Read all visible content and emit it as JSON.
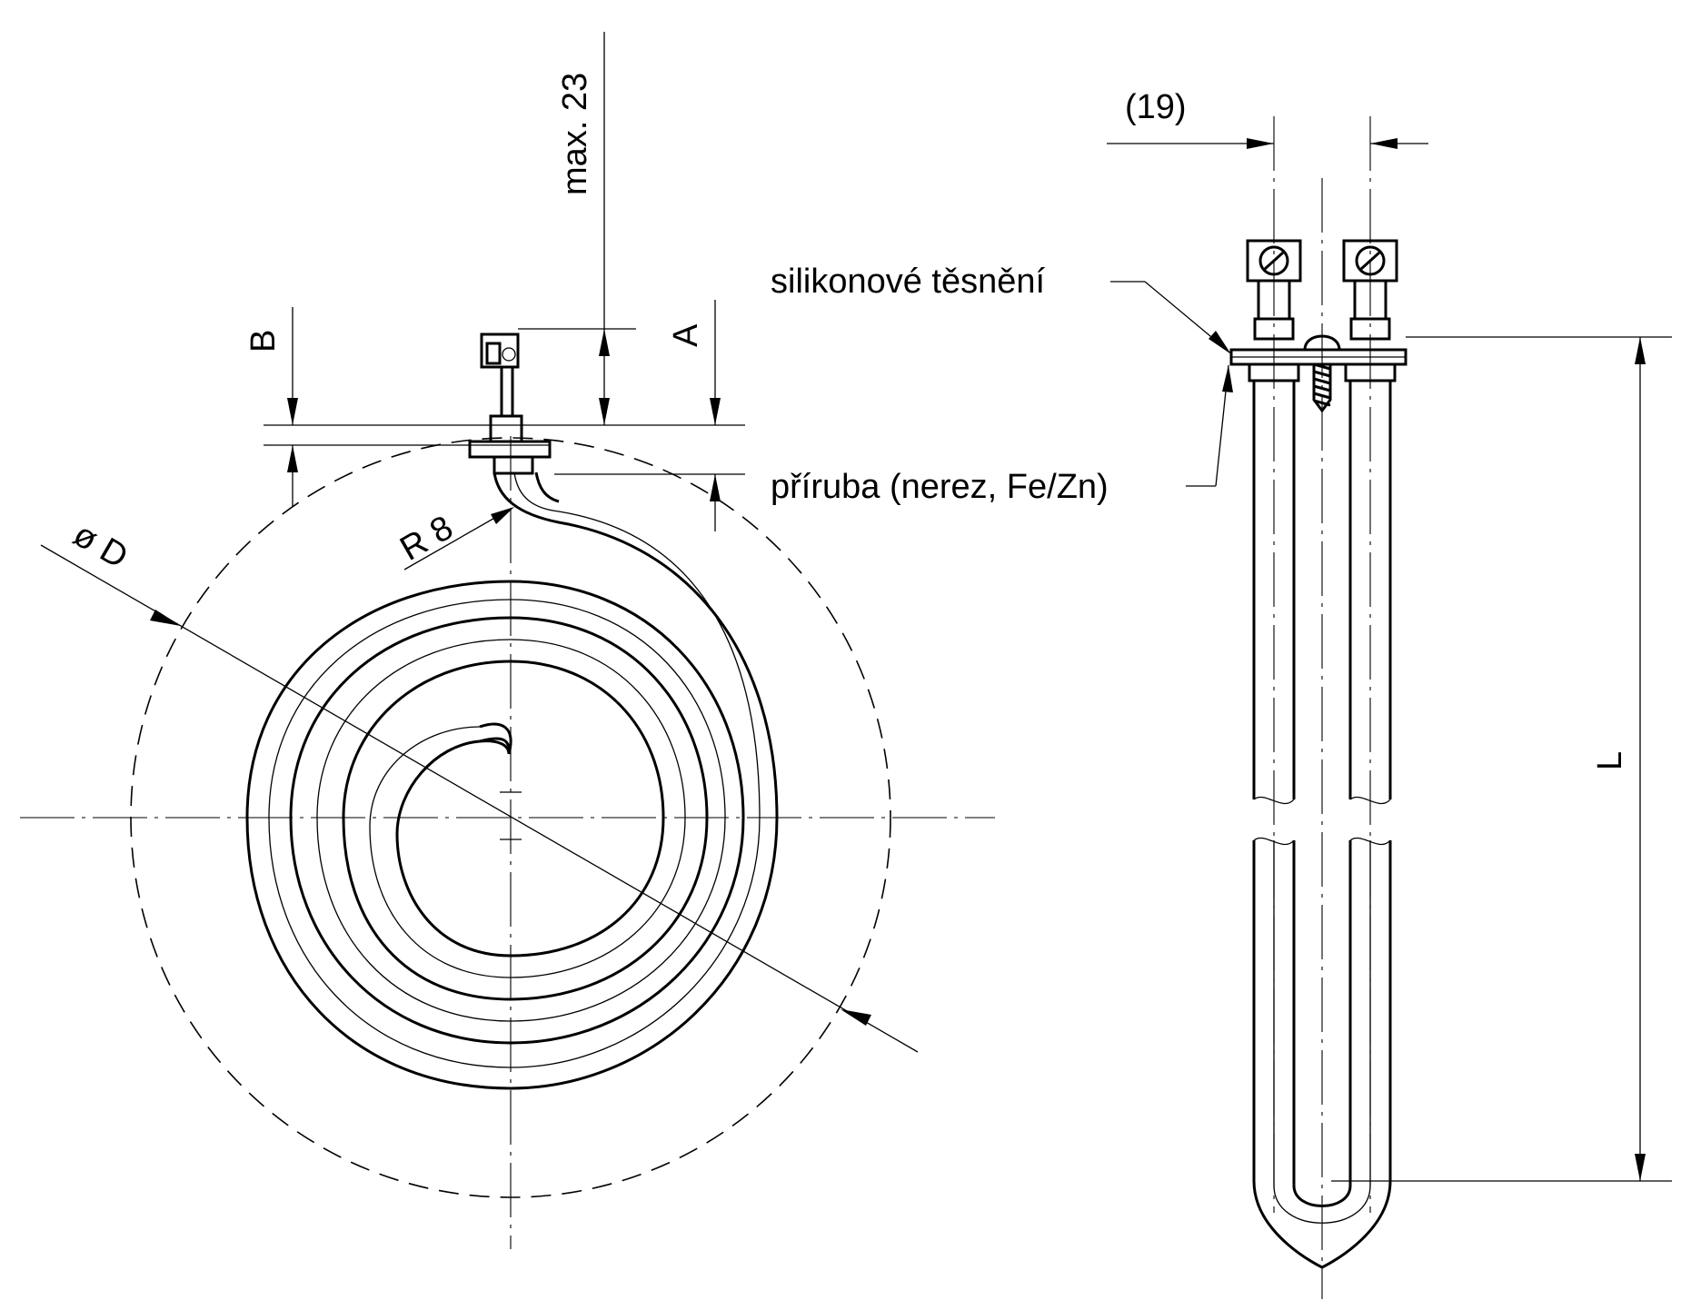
{
  "labels": {
    "max23": "max. 23",
    "b": "B",
    "a": "A",
    "r8": "R 8",
    "diameter": "ø D",
    "nineteen": "(19)",
    "silicone_seal": "silikonové těsnění",
    "flange": "příruba (nerez, Fe/Zn)",
    "length": "L"
  },
  "colors": {
    "line": "#000000",
    "background": "#ffffff"
  }
}
